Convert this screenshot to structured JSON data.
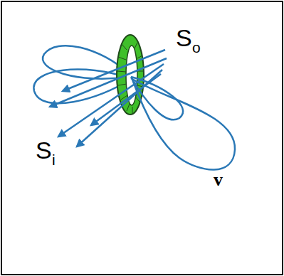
{
  "diagram": {
    "labels": [
      "S",
      "o",
      "S",
      "i",
      "v"
    ]
  }
}
